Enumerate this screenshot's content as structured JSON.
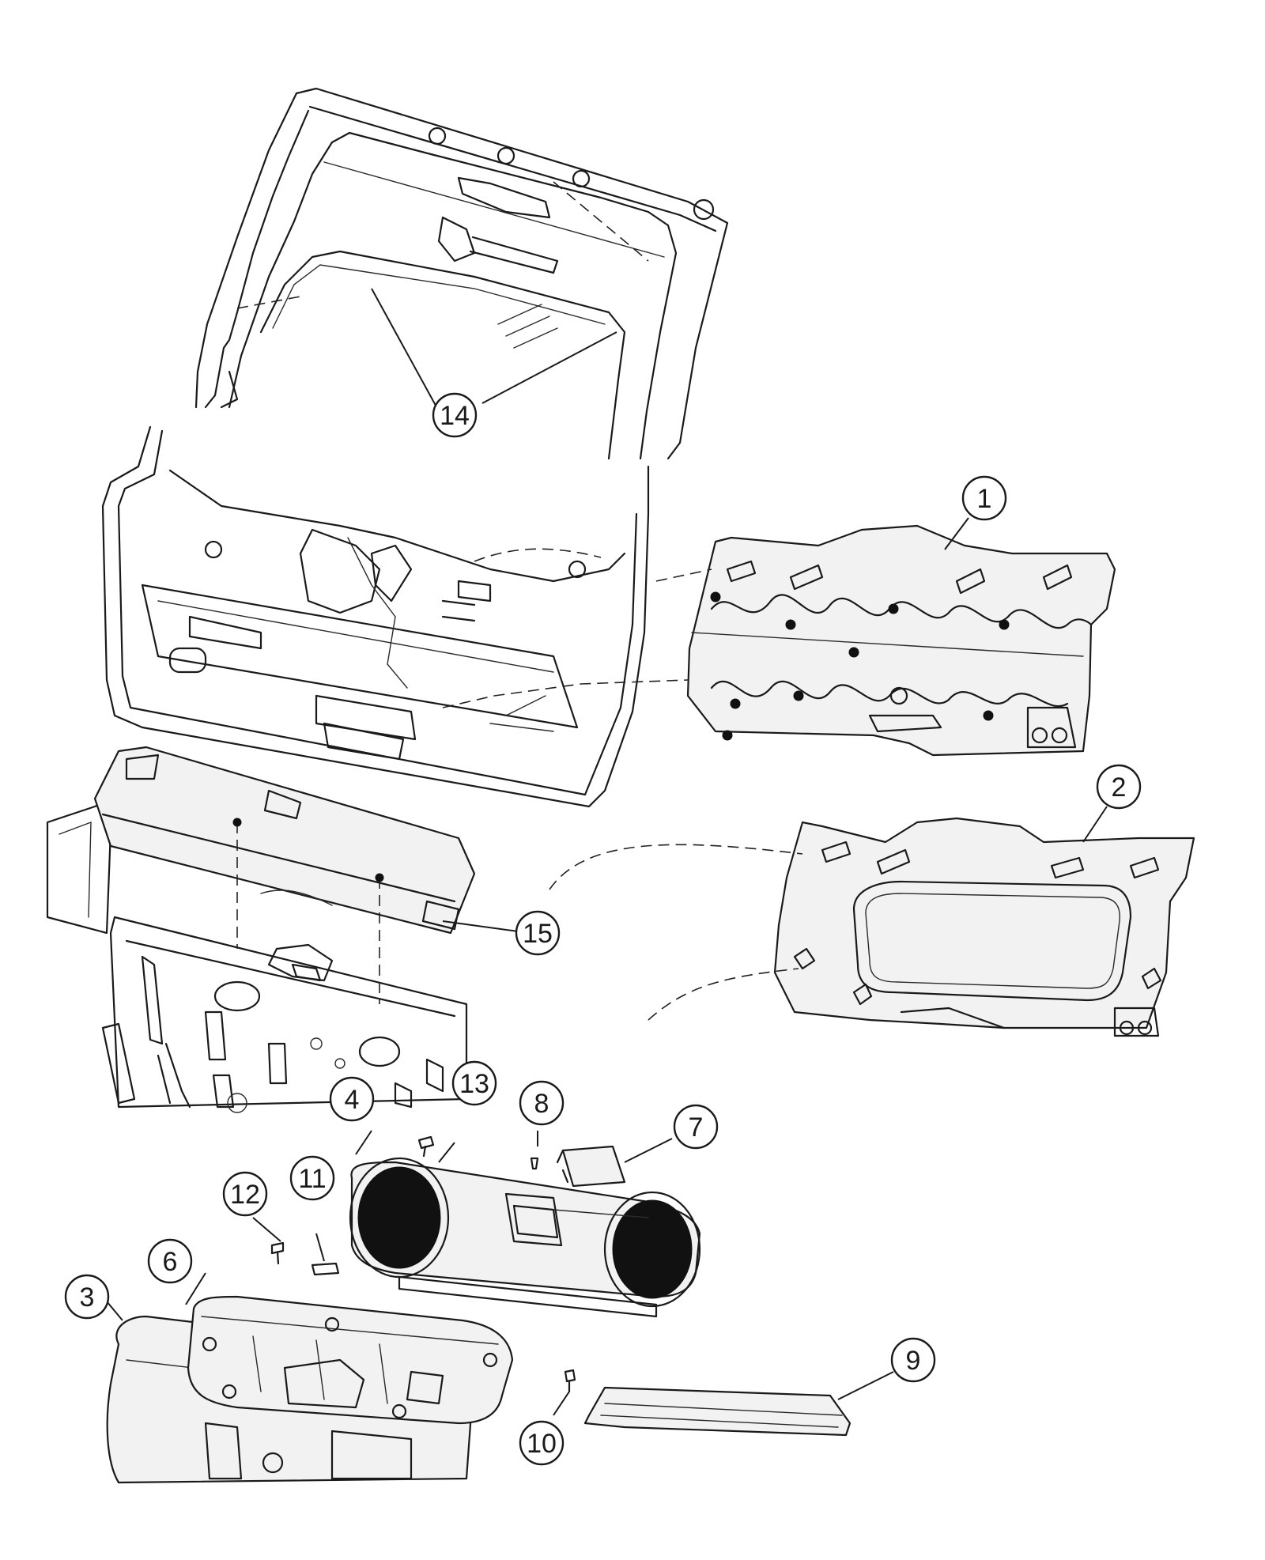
{
  "callouts": [
    {
      "id": "c1",
      "label": "1"
    },
    {
      "id": "c2",
      "label": "2"
    },
    {
      "id": "c3",
      "label": "3"
    },
    {
      "id": "c4",
      "label": "4"
    },
    {
      "id": "c6",
      "label": "6"
    },
    {
      "id": "c7",
      "label": "7"
    },
    {
      "id": "c8",
      "label": "8"
    },
    {
      "id": "c9",
      "label": "9"
    },
    {
      "id": "c10",
      "label": "10"
    },
    {
      "id": "c11",
      "label": "11"
    },
    {
      "id": "c12",
      "label": "12"
    },
    {
      "id": "c13",
      "label": "13"
    },
    {
      "id": "c14",
      "label": "14"
    },
    {
      "id": "c15",
      "label": "15"
    }
  ]
}
